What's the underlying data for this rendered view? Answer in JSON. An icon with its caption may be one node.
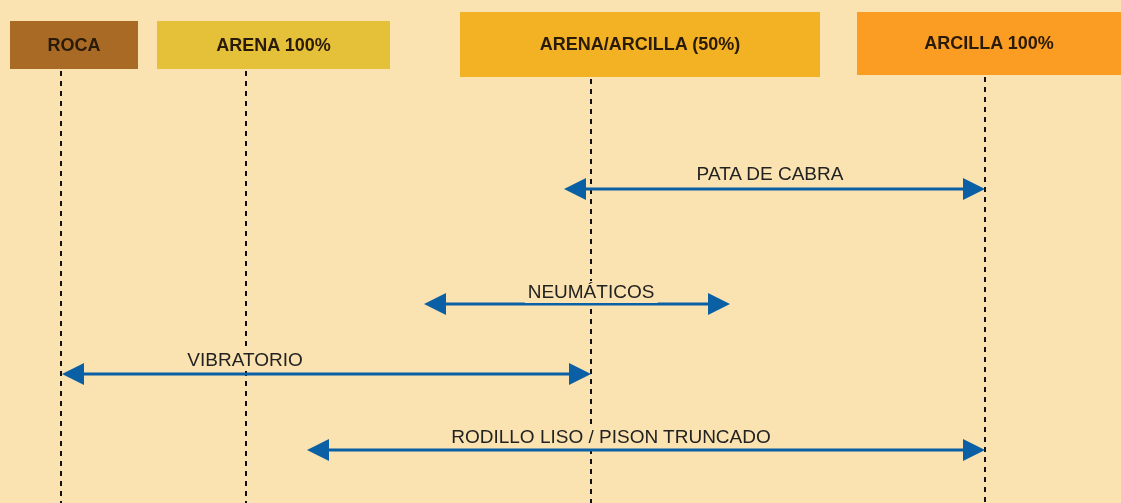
{
  "diagram": {
    "nodes": [
      {
        "text": [
          "ROCA"
        ]
      },
      {
        "text": [
          "ARENA 100%"
        ]
      },
      {
        "text": [
          "ARENA/ARCILLA (50%)"
        ]
      },
      {
        "text": [
          "ARCILLA 100%"
        ]
      }
    ],
    "labels": [
      "PATA DE CABRA",
      "NEUMÁTICOS",
      "VIBRATORIO",
      "RODILLO LISO / PISON TRUNCADO"
    ]
  }
}
